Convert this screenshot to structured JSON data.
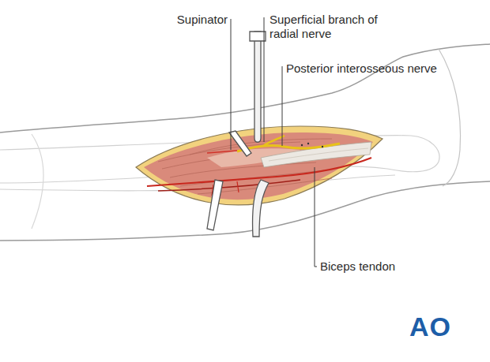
{
  "diagram": {
    "labels": [
      "Supinator",
      "Superficial branch of radial nerve",
      "Posterior interosseous nerve",
      "Biceps tendon",
      "AO"
    ]
  }
}
